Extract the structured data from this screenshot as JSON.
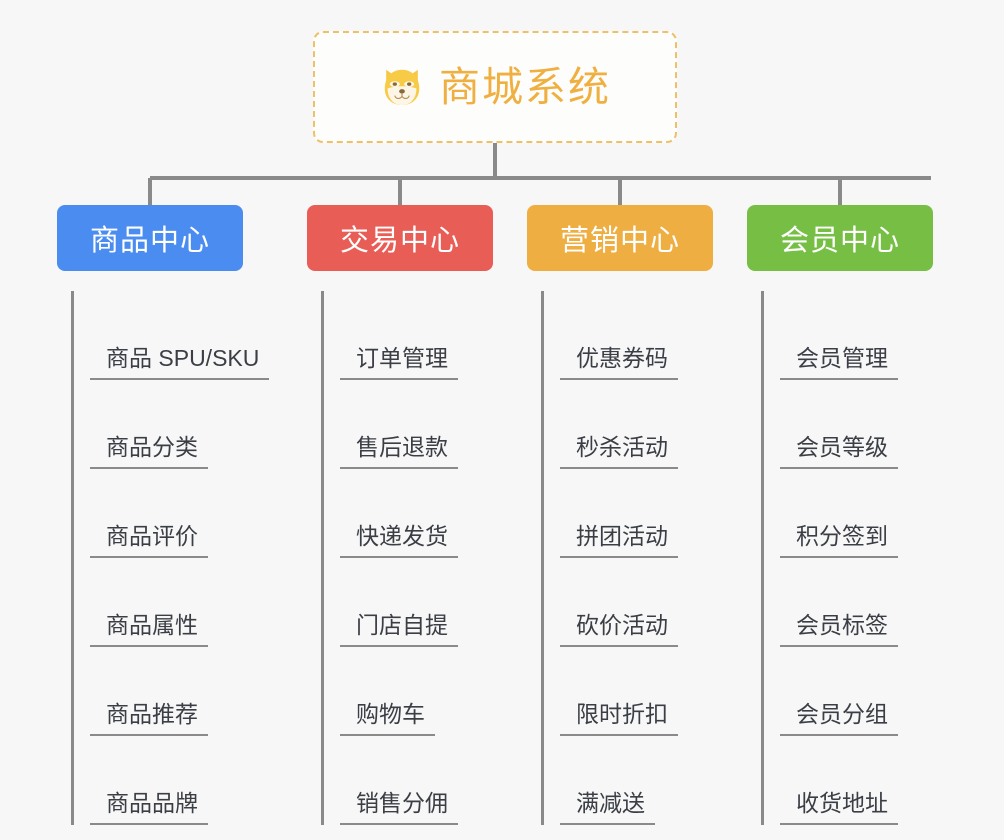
{
  "diagram": {
    "type": "mindmap-tree",
    "background_color": "#f7f7f7",
    "root": {
      "label": "商城系统",
      "icon": "shiba-dog-icon",
      "text_color": "#efb041",
      "border_color": "#eec06a",
      "fill_color": "#fdfdfc"
    },
    "connector_color": "#8a8a8a",
    "branches": [
      {
        "label": "商品中心",
        "color": "#4a8cf0",
        "leaves": [
          "商品 SPU/SKU",
          "商品分类",
          "商品评价",
          "商品属性",
          "商品推荐",
          "商品品牌"
        ]
      },
      {
        "label": "交易中心",
        "color": "#e85d56",
        "leaves": [
          "订单管理",
          "售后退款",
          "快递发货",
          "门店自提",
          "购物车",
          "销售分佣"
        ]
      },
      {
        "label": "营销中心",
        "color": "#eeae42",
        "leaves": [
          "优惠券码",
          "秒杀活动",
          "拼团活动",
          "砍价活动",
          "限时折扣",
          "满减送"
        ]
      },
      {
        "label": "会员中心",
        "color": "#76bf44",
        "leaves": [
          "会员管理",
          "会员等级",
          "积分签到",
          "会员标签",
          "会员分组",
          "收货地址"
        ]
      }
    ]
  }
}
